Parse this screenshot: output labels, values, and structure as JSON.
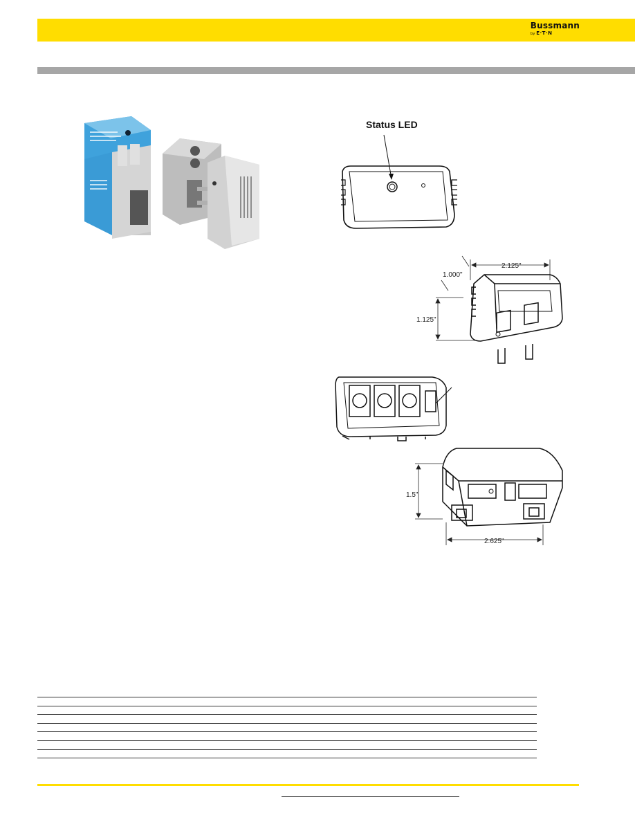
{
  "header": {
    "brand": "Bussmann",
    "by_text": "by",
    "parent": "E·T·N"
  },
  "figures": {
    "status_led_label": "Status LED",
    "dim_width_top": "2.125\"",
    "dim_depth": "1.000\"",
    "dim_height": "1.125\"",
    "dim_height_base": "1.5\"",
    "dim_width_base": "2.625\""
  },
  "colors": {
    "accent_yellow": "#ffdd00",
    "section_bar_grey": "#a6a6a6",
    "product_blue": "#3fa2dc",
    "product_grey": "#c9c9c9"
  },
  "table": {
    "rule_count": 8
  }
}
